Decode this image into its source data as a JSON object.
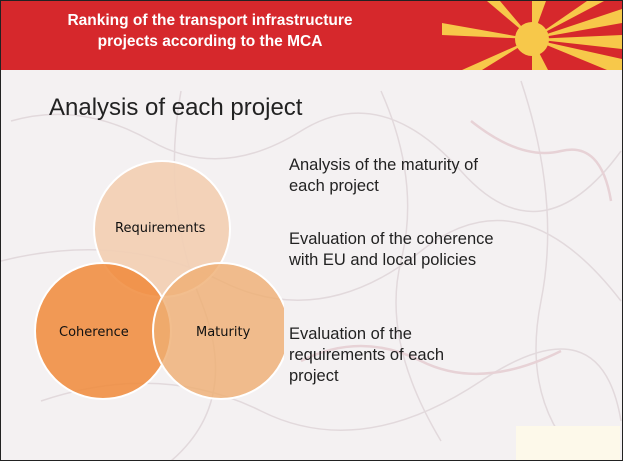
{
  "header": {
    "title_line1": "Ranking of the transport infrastructure",
    "title_line2": "projects according to the MCA"
  },
  "heading": "Analysis of each project",
  "venn": {
    "top_label": "Requirements",
    "left_label": "Coherence",
    "right_label": "Maturity",
    "top_color": "#f2cfb3",
    "left_color": "#f08a3a",
    "right_color": "#efae72"
  },
  "bullets": [
    {
      "line1": "Analysis of the maturity of",
      "line2": "each project",
      "line3": ""
    },
    {
      "line1": "Evaluation of the coherence",
      "line2": "with EU and local policies",
      "line3": ""
    },
    {
      "line1": "Evaluation of the",
      "line2": "requirements of each",
      "line3": "project"
    }
  ],
  "colors": {
    "header_red": "#d6282c",
    "sun_yellow": "#f7c84a"
  }
}
